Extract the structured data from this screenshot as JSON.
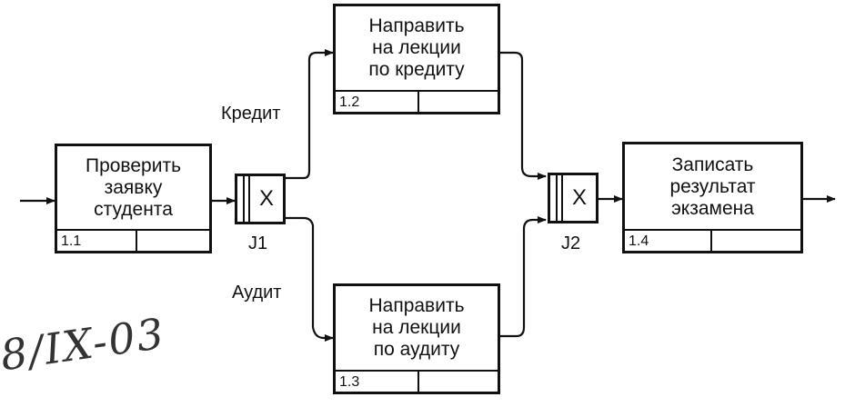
{
  "boxes": {
    "b11": {
      "title": "Проверить\nзаявку\nстудента",
      "number": "1.1"
    },
    "b12": {
      "title": "Направить\nна лекции\nпо кредиту",
      "number": "1.2"
    },
    "b13": {
      "title": "Направить\nна лекции\nпо аудиту",
      "number": "1.3"
    },
    "b14": {
      "title": "Записать\nрезультат\nэкзамена",
      "number": "1.4"
    }
  },
  "junctions": {
    "j1": {
      "symbol": "X",
      "label": "J1"
    },
    "j2": {
      "symbol": "X",
      "label": "J2"
    }
  },
  "branches": {
    "credit": "Кредит",
    "audit": "Аудит"
  },
  "handwriting": "8/IX-03"
}
